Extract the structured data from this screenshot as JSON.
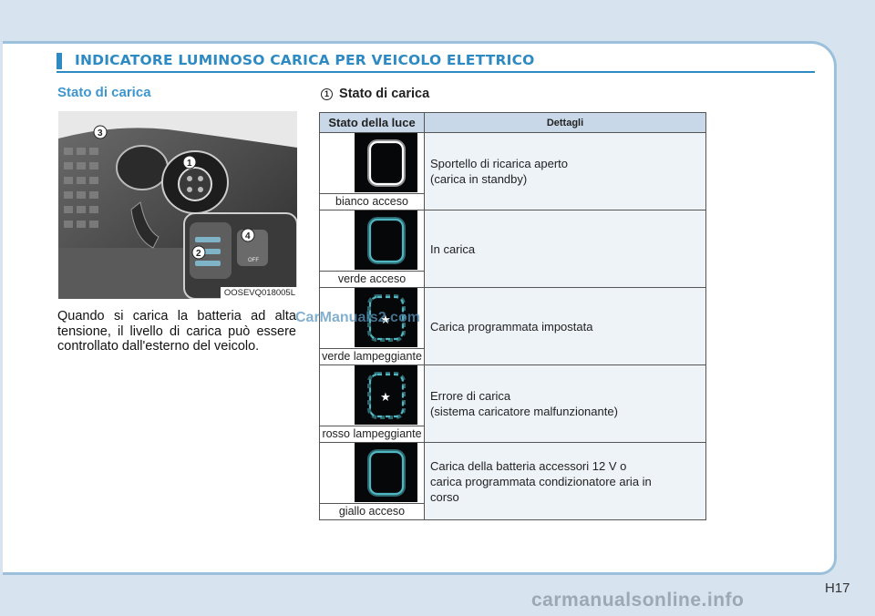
{
  "header": {
    "title": "INDICATORE LUMINOSO CARICA PER VEICOLO ELETTRICO"
  },
  "left": {
    "heading": "Stato di carica",
    "figure_caption": "OOSEVQ018005L",
    "callouts": [
      "1",
      "2",
      "3",
      "4"
    ],
    "button_label": "OFF",
    "body": "Quando si carica la batteria ad alta tensione, il livello di carica può essere controllato dall'esterno del veicolo."
  },
  "right": {
    "heading_num": "1",
    "heading": "Stato di carica",
    "table": {
      "col_light": "Stato della luce",
      "col_detail": "Dettagli",
      "rows": [
        {
          "label": "bianco acceso",
          "icon": "indicator-solid-white",
          "color": "#ffffff",
          "detail": [
            "Sportello di ricarica aperto",
            "(carica in standby)"
          ]
        },
        {
          "label": "verde acceso",
          "icon": "indicator-solid-green",
          "color": "#4fb6c2",
          "detail": [
            "In carica"
          ]
        },
        {
          "label": "verde lampeggiante",
          "icon": "indicator-blinking-green",
          "color": "#4fb6c2",
          "detail": [
            "Carica programmata impostata"
          ]
        },
        {
          "label": "rosso lampeggiante",
          "icon": "indicator-blinking-red",
          "color": "#4fb6c2",
          "detail": [
            "Errore di carica",
            "(sistema caricatore malfunzionante)"
          ]
        },
        {
          "label": "giallo acceso",
          "icon": "indicator-solid-yellow",
          "color": "#4fb6c2",
          "detail": [
            "Carica della batteria accessori 12 V o",
            "carica programmata condizionatore aria in",
            "corso"
          ]
        }
      ]
    }
  },
  "watermark": "CarManuals2.com",
  "page_number": "H17",
  "footer_watermark": "carmanualsonline.info",
  "colors": {
    "accent": "#2e8ac2",
    "heading": "#3e96cc",
    "table_header": "#c8d8e8",
    "detail_bg": "#eef3f8"
  }
}
